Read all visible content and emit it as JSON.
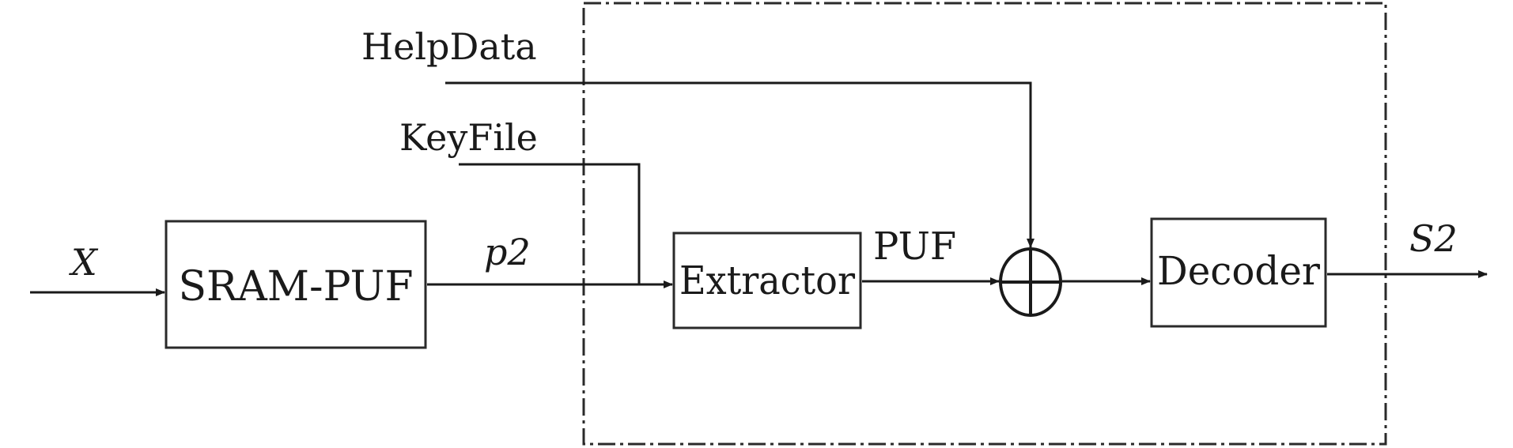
{
  "labels": {
    "input": "X",
    "help_data": "HelpData",
    "key_file": "KeyFile",
    "puf_response": "p2",
    "puf_output": "PUF",
    "output": "S2"
  },
  "blocks": {
    "sram_puf": "SRAM-PUF",
    "extractor": "Extractor",
    "decoder": "Decoder"
  },
  "colors": {
    "ink": "#1a1a1a",
    "background": "#ffffff"
  }
}
